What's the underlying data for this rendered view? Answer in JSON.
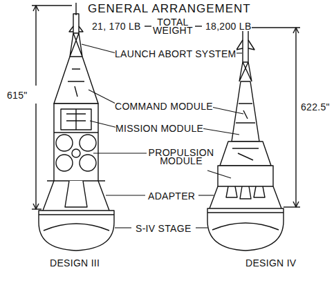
{
  "diagram": {
    "title": "GENERAL ARRANGEMENT",
    "labels": [
      "21, 170 LB",
      "TOTAL WEIGHT",
      "18,200 LB",
      "LAUNCH ABORT SYSTEM",
      "615\"",
      "COMMAND MODULE",
      "MISSION MODULE",
      "PROPULSION MODULE",
      "622.5\"",
      "ADAPTER",
      "S-IV STAGE",
      "DESIGN III",
      "DESIGN IV"
    ]
  }
}
